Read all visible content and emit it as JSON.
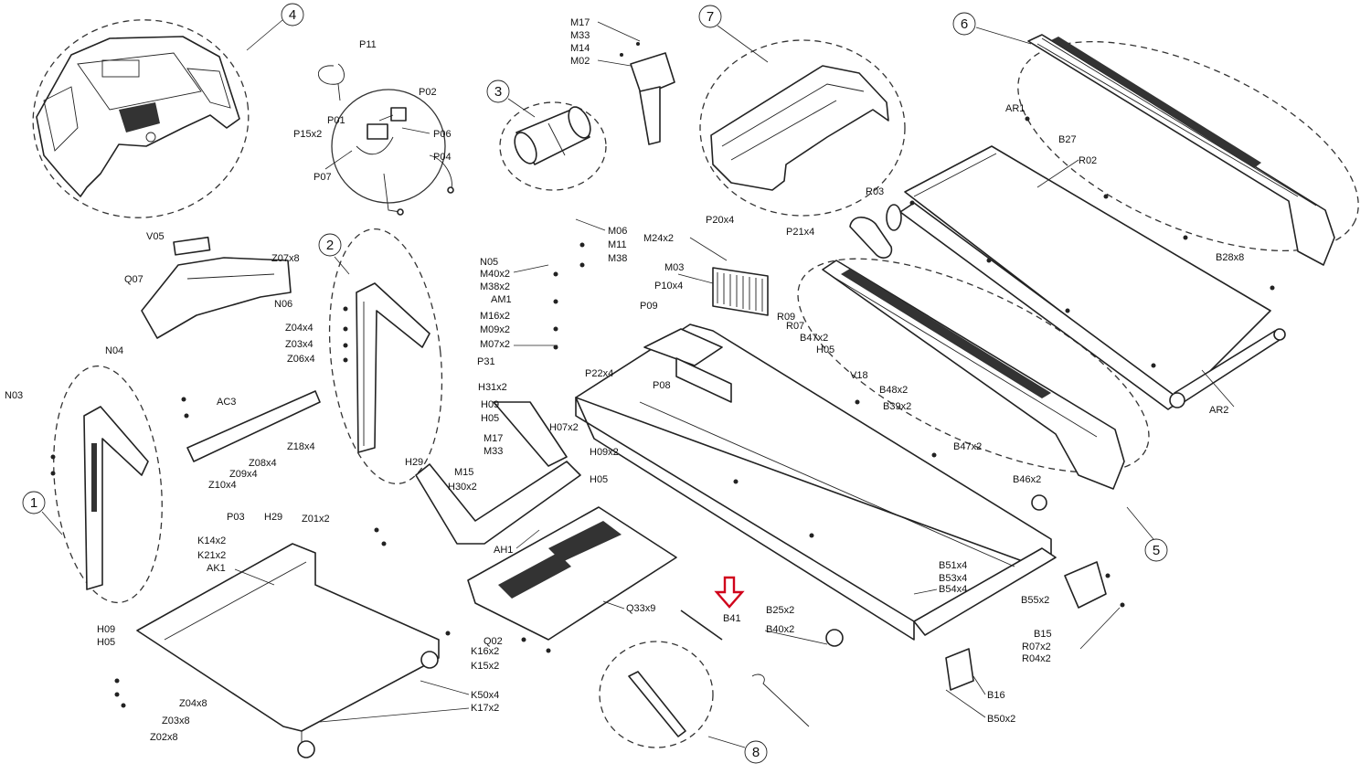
{
  "groups": {
    "g1": "1",
    "g2": "2",
    "g3": "3",
    "g4": "4",
    "g5": "5",
    "g6": "6",
    "g7": "7",
    "g8": "8"
  },
  "labels": {
    "P11": "P11",
    "P02": "P02",
    "P15x2": "P15x2",
    "P01": "P01",
    "P06": "P06",
    "P07": "P07",
    "P04": "P04",
    "M17a": "M17",
    "M33a": "M33",
    "M14": "M14",
    "M02": "M02",
    "AR1": "AR1",
    "B27": "B27",
    "R02": "R02",
    "R03": "R03",
    "B28x8": "B28x8",
    "AR2": "AR2",
    "V05": "V05",
    "Q07": "Q07",
    "Z07x8": "Z07x8",
    "N06": "N06",
    "Z04x4": "Z04x4",
    "Z03x4": "Z03x4",
    "Z06x4": "Z06x4",
    "N05": "N05",
    "M40x2": "M40x2",
    "M38x2": "M38x2",
    "AM1": "AM1",
    "M16x2": "M16x2",
    "M09x2": "M09x2",
    "M07x2": "M07x2",
    "M06": "M06",
    "M11": "M11",
    "M38": "M38",
    "P20x4": "P20x4",
    "P21x4": "P21x4",
    "M24x2": "M24x2",
    "M03": "M03",
    "P10x4": "P10x4",
    "P09": "P09",
    "R09": "R09",
    "R07": "R07",
    "B47x2a": "B47x2",
    "H05a": "H05",
    "P08": "P08",
    "P22x4": "P22x4",
    "P31": "P31",
    "N04": "N04",
    "N03": "N03",
    "AC3": "AC3",
    "Z18x4": "Z18x4",
    "Z08x4": "Z08x4",
    "Z09x4": "Z09x4",
    "Z10x4": "Z10x4",
    "H31x2": "H31x2",
    "H09a": "H09",
    "H05b": "H05",
    "H07x2": "H07x2",
    "M17b": "M17",
    "M33b": "M33",
    "H09x2": "H09x2",
    "H05c": "H05",
    "H29a": "H29",
    "M15": "M15",
    "H30x2": "H30x2",
    "AH1": "AH1",
    "V18": "V18",
    "B48x2": "B48x2",
    "B39x2": "B39x2",
    "B47x2b": "B47x2",
    "B46x2": "B46x2",
    "P03": "P03",
    "H29b": "H29",
    "Z01x2": "Z01x2",
    "K14x2": "K14x2",
    "K21x2": "K21x2",
    "AK1": "AK1",
    "B51x4": "B51x4",
    "B53x4": "B53x4",
    "B54x4": "B54x4",
    "Q33x9": "Q33x9",
    "B41": "B41",
    "B25x2": "B25x2",
    "B40x2": "B40x2",
    "B55x2": "B55x2",
    "B15": "B15",
    "R07x2": "R07x2",
    "R04x2": "R04x2",
    "Q02": "Q02",
    "H09b": "H09",
    "H05d": "H05",
    "K16x2": "K16x2",
    "K15x2": "K15x2",
    "Z04x8": "Z04x8",
    "Z03x8": "Z03x8",
    "Z02x8": "Z02x8",
    "K50x4": "K50x4",
    "K17x2": "K17x2",
    "B16": "B16",
    "B50x2": "B50x2"
  },
  "colors": {
    "line": "#222222",
    "highlight": "#d0021b",
    "background": "#ffffff"
  },
  "highlight": {
    "target": "B41",
    "icon": "down-arrow-icon"
  }
}
